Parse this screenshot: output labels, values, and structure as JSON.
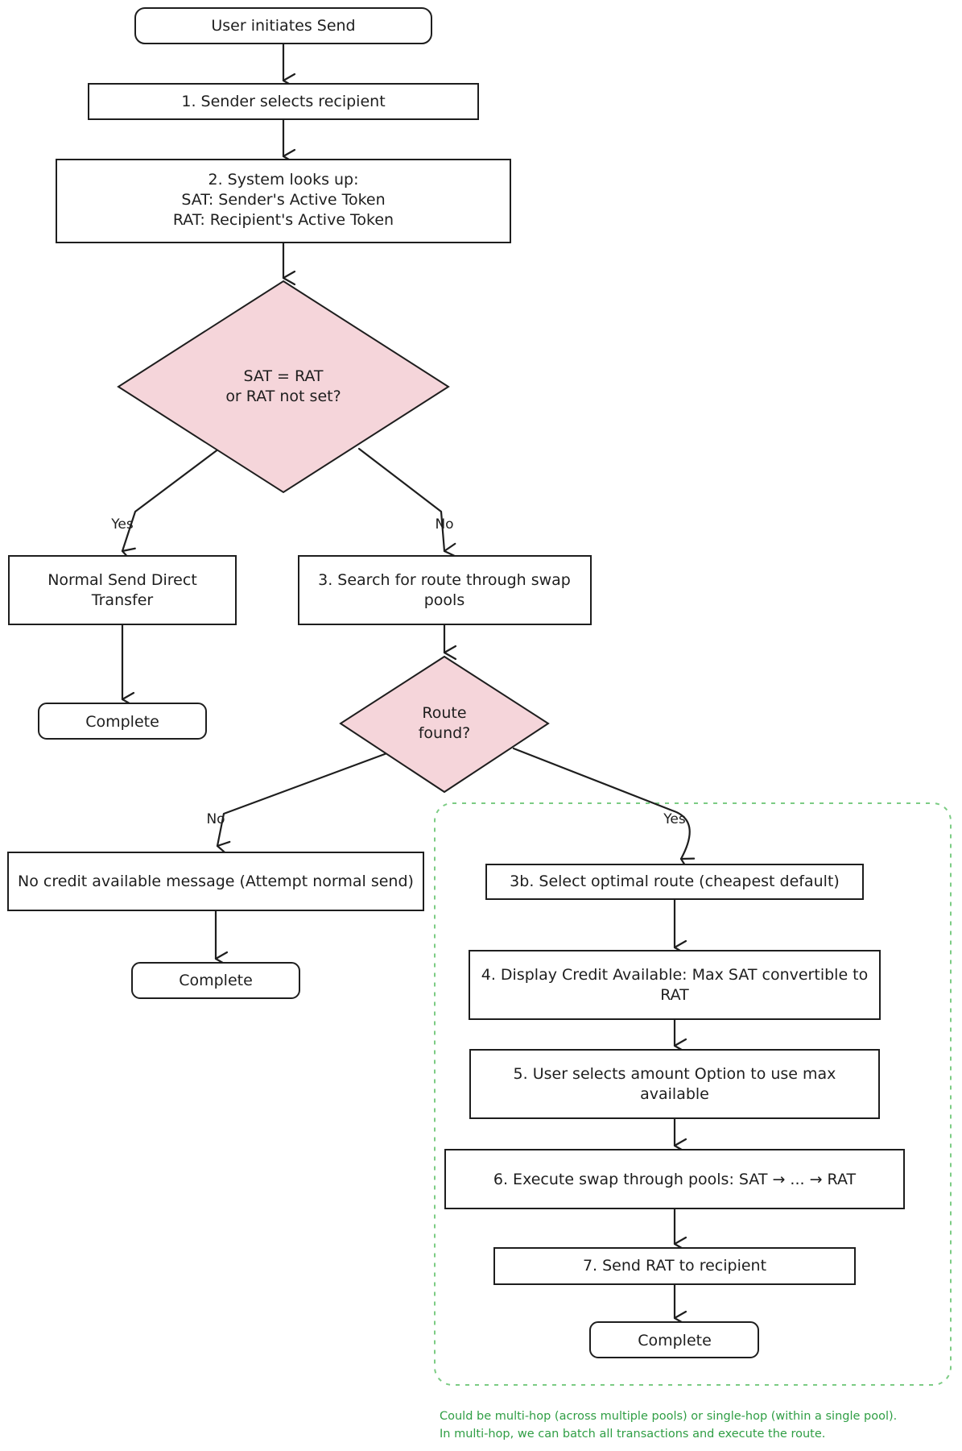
{
  "nodes": {
    "start": "User initiates Send",
    "step1": "1. Sender selects recipient",
    "step2": [
      "2. System looks up:",
      "SAT: Sender's Active Token",
      "RAT: Recipient's Active Token"
    ],
    "decision1": [
      "SAT = RAT",
      "or RAT not set?"
    ],
    "normal_send": [
      "Normal Send Direct",
      "Transfer"
    ],
    "complete_a": "Complete",
    "step3": [
      "3. Search for route through swap",
      "pools"
    ],
    "decision2": [
      "Route",
      "found?"
    ],
    "no_credit": "No credit available message (Attempt normal send)",
    "complete_b": "Complete",
    "step3b": "3b. Select optimal route (cheapest default)",
    "step4": [
      "4. Display Credit Available: Max SAT convertible to",
      "RAT"
    ],
    "step5": [
      "5. User selects amount Option to use max",
      "available"
    ],
    "step6": "6. Execute swap through pools: SAT → ... → RAT",
    "step7": "7. Send RAT to recipient",
    "complete_c": "Complete"
  },
  "edge_labels": {
    "d1_yes": "Yes",
    "d1_no": "No",
    "d2_no": "No",
    "d2_yes": "Yes"
  },
  "note": [
    "Could be multi-hop (across multiple pools) or single-hop (within a single pool).",
    "In multi-hop, we can batch all transactions and execute the route."
  ],
  "colors": {
    "decision_fill": "#f5d5da",
    "stroke": "#1e1e1e",
    "group_border": "#7ccc84",
    "note_text": "#2f9e44"
  }
}
